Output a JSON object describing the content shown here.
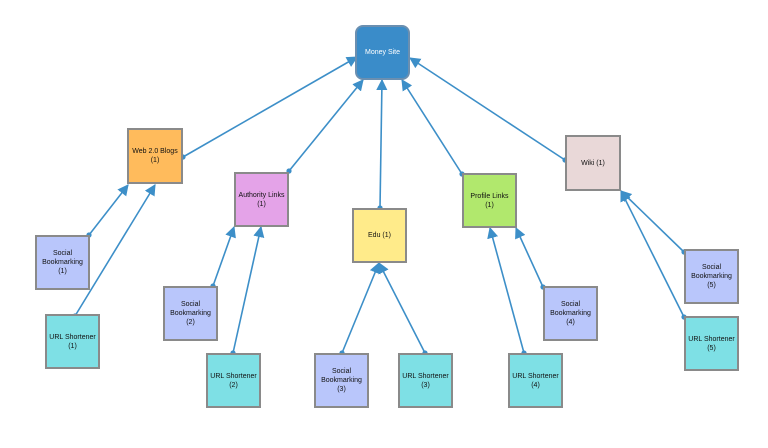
{
  "colors": {
    "edge": "#3d8fc8",
    "money": "#3a8cc9",
    "orange": "#ffbb5c",
    "violet": "#e4a3e8",
    "yellow": "#ffeb8a",
    "green": "#b1e86d",
    "pink": "#e9d8d8",
    "periwinkle": "#b9c6fb",
    "cyan": "#7ee0e5"
  },
  "nodes": {
    "money_site": "Money Site",
    "web20": "Web 2.0 Blogs (1)",
    "authority": "Authority Links (1)",
    "edu": "Edu (1)",
    "profile": "Profile Links (1)",
    "wiki": "Wiki (1)",
    "social1": "Social Bookmarking (1)",
    "url1": "URL Shortener (1)",
    "social2": "Social Bookmarking (2)",
    "url2": "URL Shortener (2)",
    "social3": "Social Bookmarking (3)",
    "url3": "URL Shortener (3)",
    "social4": "Social Bookmarking (4)",
    "url4": "URL Shortener (4)",
    "social5": "Social Bookmarking (5)",
    "url5": "URL Shortener (5)"
  }
}
